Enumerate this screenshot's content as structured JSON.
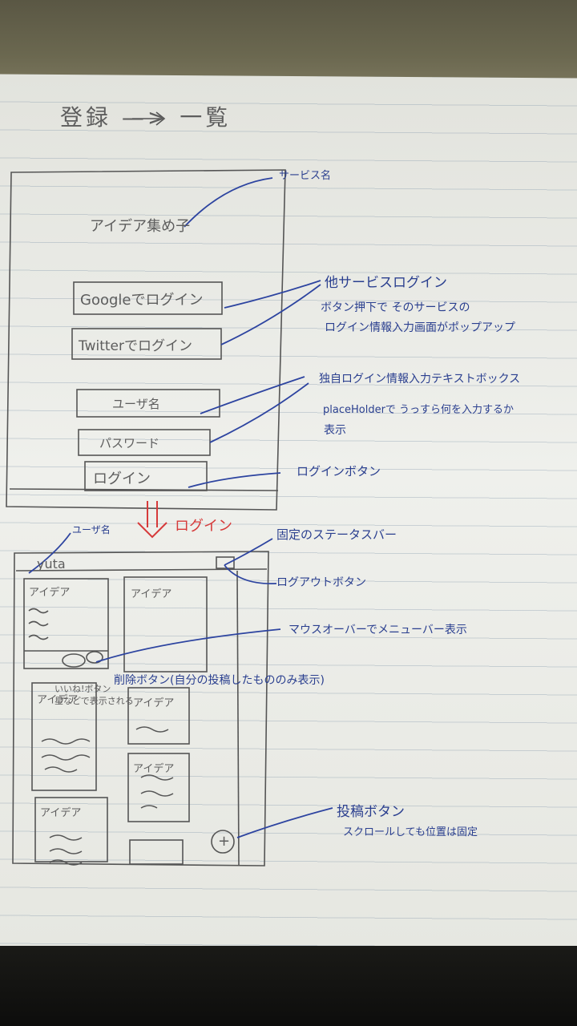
{
  "heading": "登録 —> 一覧",
  "login_sketch": {
    "app_name": "アイデア集め子",
    "google_button": "Googleでログイン",
    "twitter_button": "Twitterでログイン",
    "username_field": "ユーザ名",
    "password_field": "パスワード",
    "login_button": "ログイン"
  },
  "arrow_label": "ログイン",
  "list_sketch": {
    "user_label": "ユーザ名",
    "username": "yuta",
    "idea_card_1": "アイデア",
    "idea_card_2": "アイデア",
    "idea_card_3": "アイデア",
    "idea_card_4": "アイデア",
    "idea_card_5": "アイデア",
    "idea_card_6": "アイデア",
    "like_note": "いいね!ボタン\n星などで表示される",
    "post_button_symbol": "+"
  },
  "annotations": {
    "service_name": "サービス名",
    "other_login_title": "他サービスログイン",
    "other_login_desc_1": "ボタン押下で そのサービスの",
    "other_login_desc_2": "ログイン情報入力画面がポップアップ",
    "own_login_title": "独自ログイン情報入力テキストボックス",
    "own_login_desc_1": "placeHolderで うっすら何を入力するか",
    "own_login_desc_2": "表示",
    "login_button_note": "ログインボタン",
    "status_bar_note": "固定のステータスバー",
    "logout_note": "ログアウトボタン",
    "hover_note": "マウスオーバーでメニューバー表示",
    "delete_note": "削除ボタン(自分の投稿したもののみ表示)",
    "post_button_title": "投稿ボタン",
    "post_button_desc": "スクロールしても位置は固定"
  },
  "colors": {
    "pencil": "#5d5d5d",
    "pen_blue": "#2a3f8f",
    "pen_red": "#d63a3a",
    "paper": "#eceee9"
  }
}
